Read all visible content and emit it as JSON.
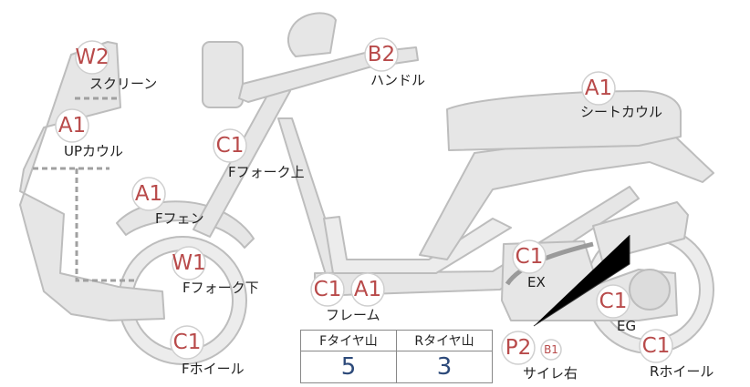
{
  "parts": {
    "screen": {
      "grade": "W2",
      "label": "スクリーン"
    },
    "up_cowl": {
      "grade": "A1",
      "label": "UPカウル"
    },
    "handle": {
      "grade": "B2",
      "label": "ハンドル"
    },
    "f_fork_upper": {
      "grade": "C1",
      "label": "Fフォーク上"
    },
    "f_fender": {
      "grade": "A1",
      "label": "Fフェン"
    },
    "f_fork_lower": {
      "grade": "W1",
      "label": "Fフォーク下"
    },
    "f_wheel": {
      "grade": "C1",
      "label": "Fホイール"
    },
    "frame": {
      "grade_1": "C1",
      "grade_2": "A1",
      "label": "フレーム"
    },
    "seat_cowl": {
      "grade": "A1",
      "label": "シートカウル"
    },
    "exhaust": {
      "grade": "C1",
      "label": "EX"
    },
    "engine": {
      "grade": "C1",
      "label": "EG"
    },
    "r_wheel": {
      "grade": "C1",
      "label": "Rホイール"
    },
    "muffler_right": {
      "grade_1": "P2",
      "grade_2": "B1",
      "label": "サイレ右"
    }
  },
  "tire_table": {
    "front_header": "Fタイヤ山",
    "rear_header": "Rタイヤ山",
    "front_value": "5",
    "rear_value": "3"
  },
  "colors": {
    "body_fill": "#e6e6e6",
    "body_stroke": "#bdbdbd",
    "grade_text": "#b84a4a",
    "value_text": "#2d4a7a"
  }
}
